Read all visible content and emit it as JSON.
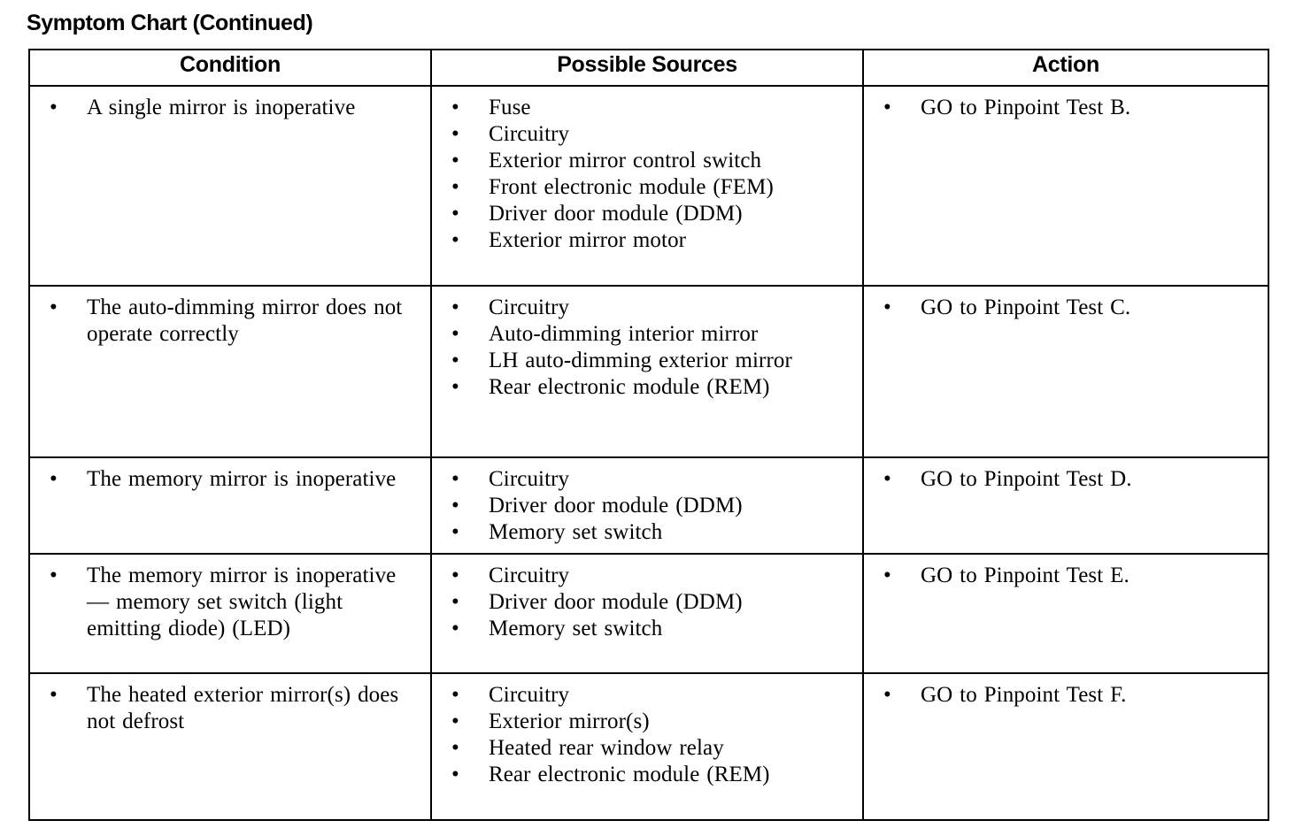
{
  "document": {
    "title": "Symptom Chart (Continued)",
    "bullet_glyph": "•"
  },
  "table": {
    "headers": {
      "condition": "Condition",
      "possible_sources": "Possible Sources",
      "action": "Action"
    },
    "rows": [
      {
        "condition": [
          "A single mirror is inoperative"
        ],
        "possible_sources": [
          "Fuse",
          "Circuitry",
          "Exterior mirror control switch",
          "Front electronic module (FEM)",
          "Driver door module (DDM)",
          "Exterior mirror motor"
        ],
        "action": [
          "GO to Pinpoint Test B."
        ]
      },
      {
        "condition": [
          "The auto-dimming mirror does not operate correctly"
        ],
        "possible_sources": [
          "Circuitry",
          "Auto-dimming interior mirror",
          "LH auto-dimming exterior mirror",
          "Rear electronic module (REM)"
        ],
        "action": [
          "GO to Pinpoint Test C."
        ]
      },
      {
        "condition": [
          "The memory mirror is inoperative"
        ],
        "possible_sources": [
          "Circuitry",
          "Driver door module (DDM)",
          "Memory set switch"
        ],
        "action": [
          "GO to Pinpoint Test D."
        ]
      },
      {
        "condition": [
          "The memory mirror is inoperative — memory set switch (light emitting diode) (LED)"
        ],
        "possible_sources": [
          "Circuitry",
          "Driver door module (DDM)",
          "Memory set switch"
        ],
        "action": [
          "GO to Pinpoint Test E."
        ]
      },
      {
        "condition": [
          "The heated exterior mirror(s) does not defrost"
        ],
        "possible_sources": [
          "Circuitry",
          "Exterior mirror(s)",
          "Heated rear window relay",
          "Rear electronic module (REM)"
        ],
        "action": [
          "GO to Pinpoint Test F."
        ]
      }
    ]
  }
}
